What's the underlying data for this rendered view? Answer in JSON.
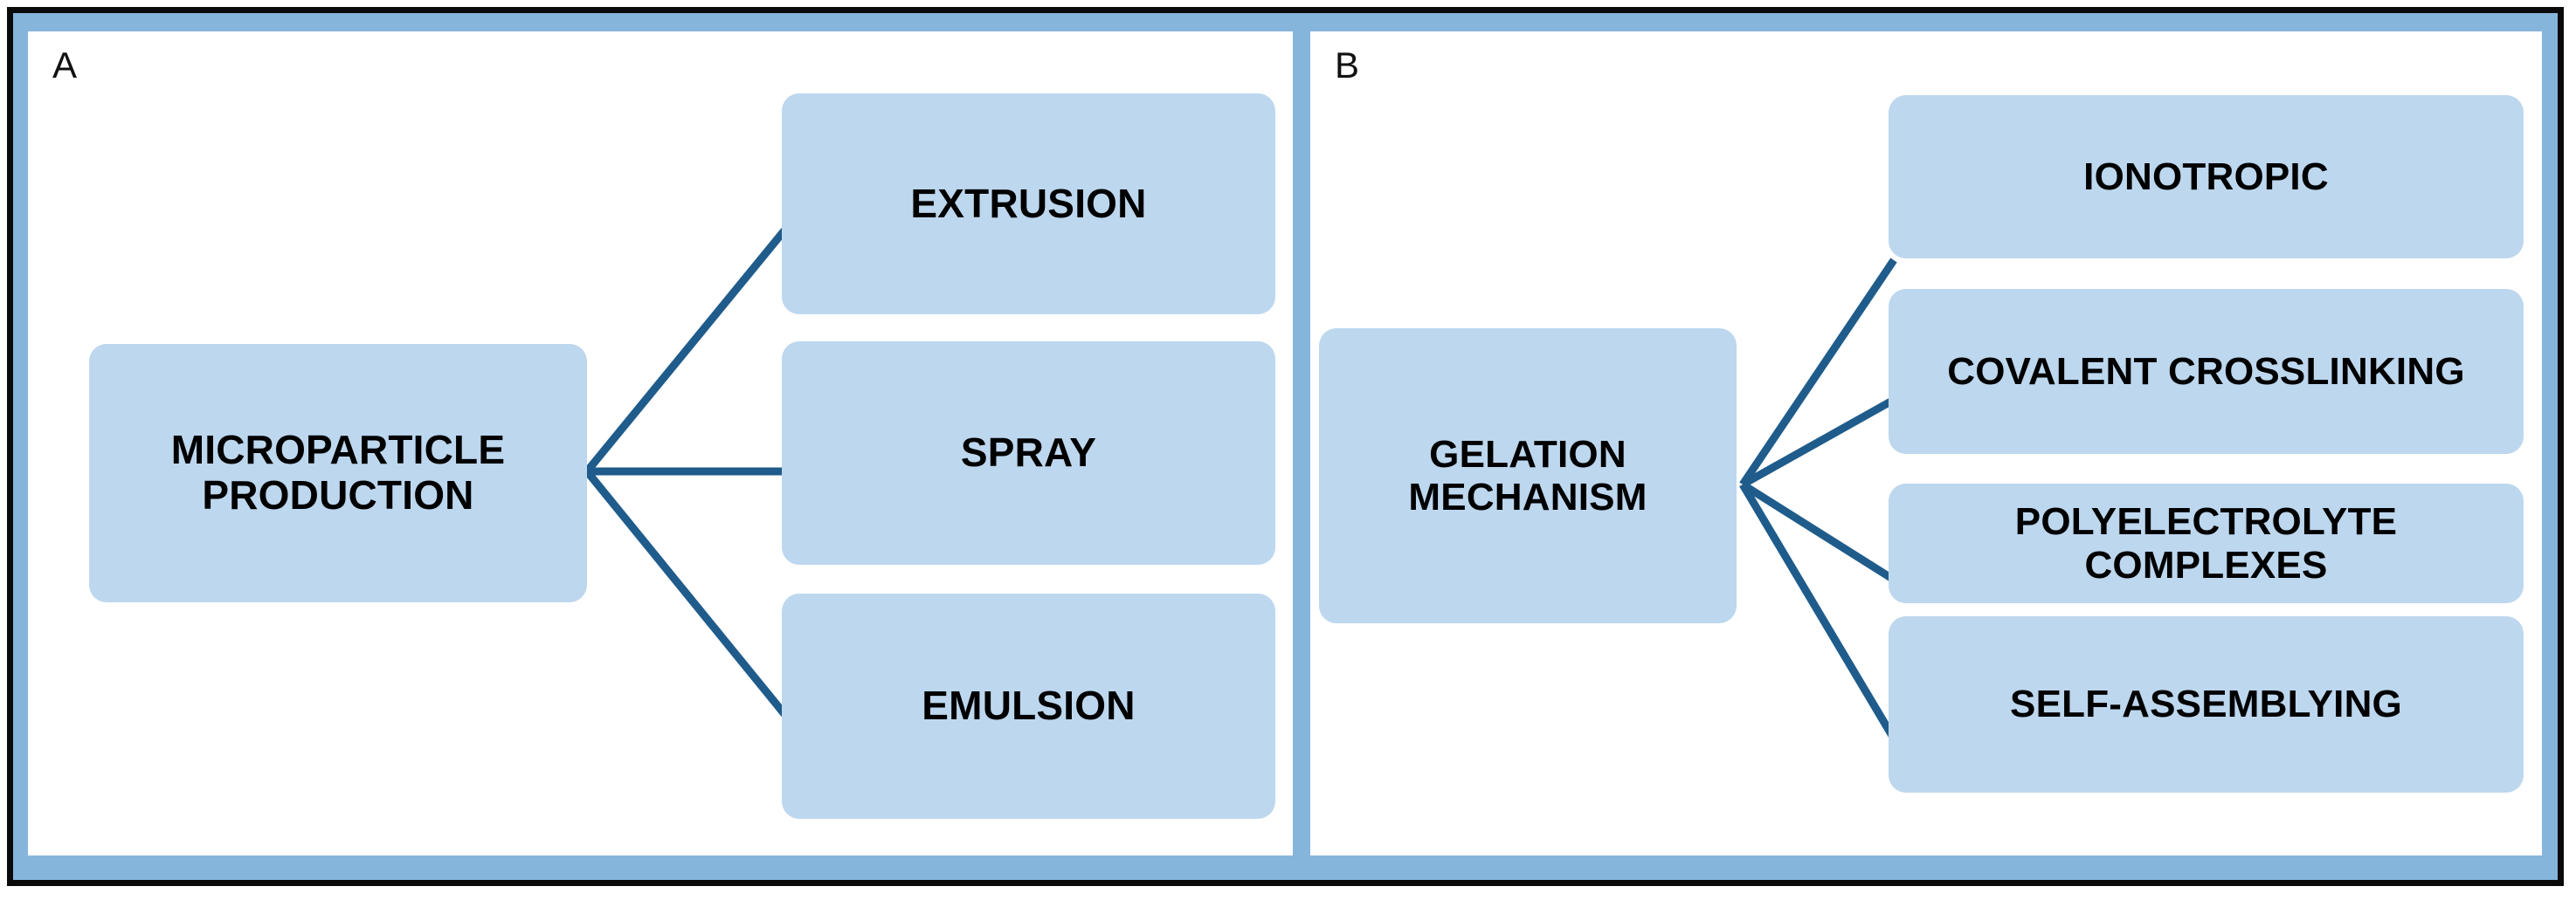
{
  "figure": {
    "frame_color": "#86b5dc",
    "frame_border_color": "#0a0a0a",
    "panel_background": "#ffffff",
    "node_fill": "#bdd7ee",
    "connector_color": "#1f5c8b",
    "text_color": "#000000"
  },
  "panels": [
    {
      "letter": "A",
      "root": {
        "label": "MICROPARTICLE PRODUCTION"
      },
      "leaves": [
        {
          "label": "EXTRUSION"
        },
        {
          "label": "SPRAY"
        },
        {
          "label": "EMULSION"
        }
      ]
    },
    {
      "letter": "B",
      "root": {
        "label": "GELATION MECHANISM"
      },
      "leaves": [
        {
          "label": "IONOTROPIC"
        },
        {
          "label": "COVALENT CROSSLINKING"
        },
        {
          "label": "POLYELECTROLYTE COMPLEXES"
        },
        {
          "label": "SELF-ASSEMBLYING"
        }
      ]
    }
  ]
}
